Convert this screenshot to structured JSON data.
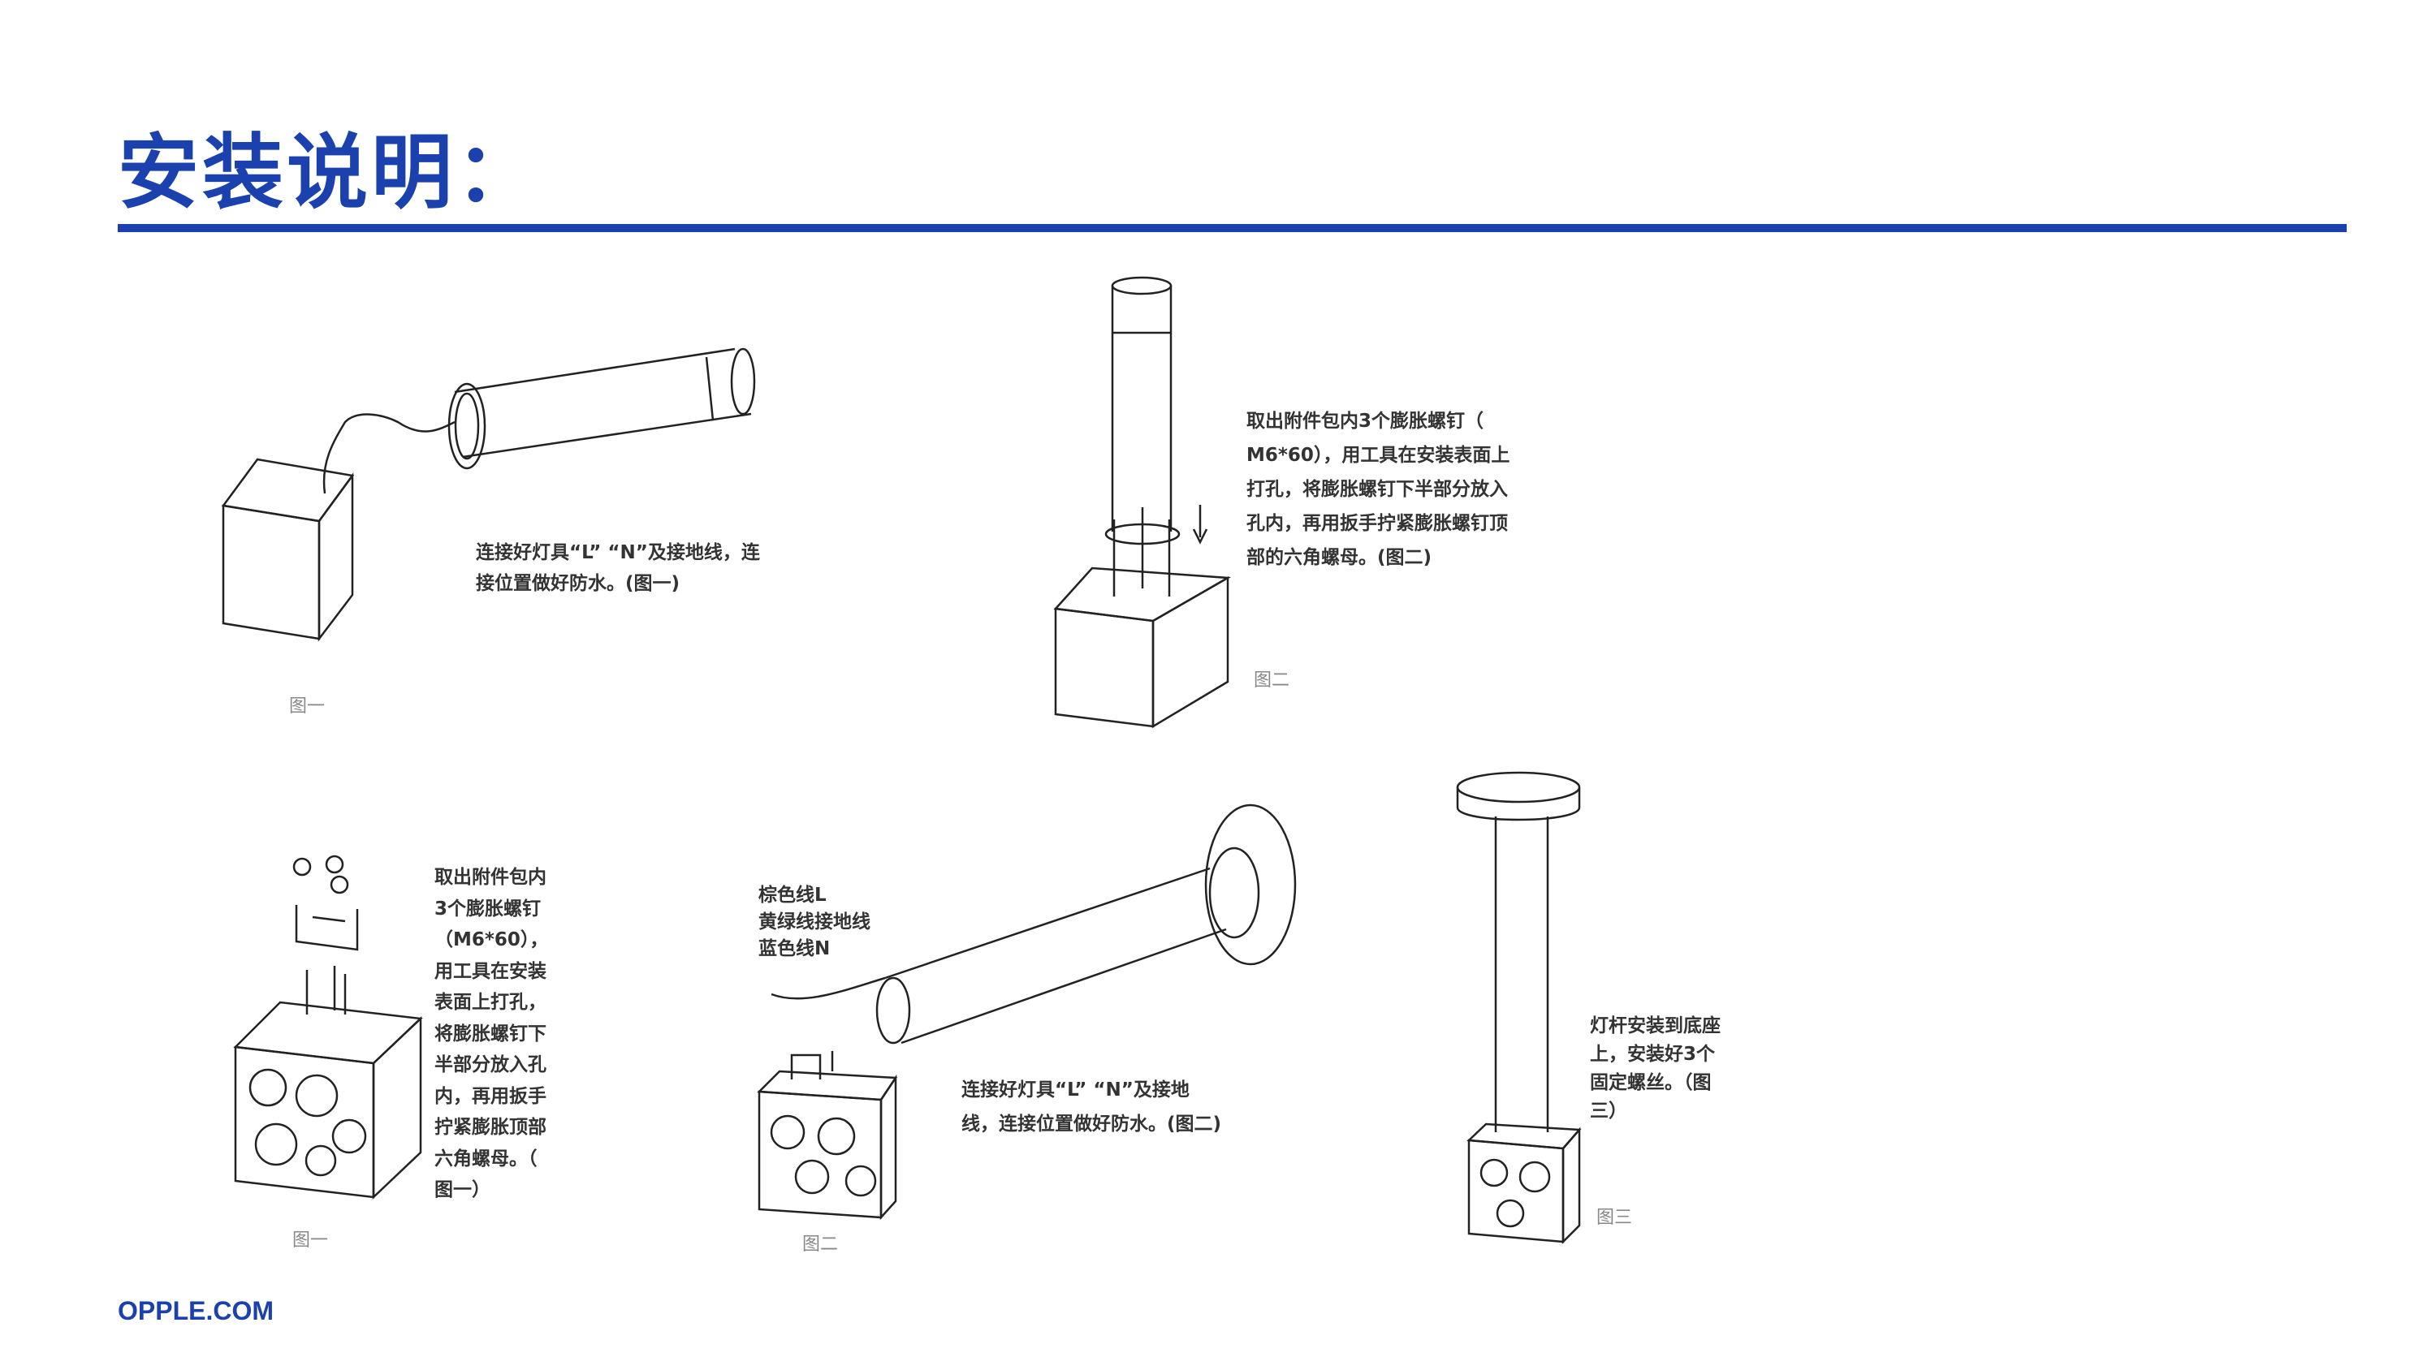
{
  "header": {
    "title": "安装说明："
  },
  "steps": [
    {
      "text": "连接好灯具“L”  “N”及接地线，连\n接位置做好防水。(图一)",
      "figure": "图一"
    },
    {
      "text": "取出附件包内3个膨胀螺钉（\nM6*60），用工具在安装表面上\n打孔，将膨胀螺钉下半部分放入\n孔内，再用扳手拧紧膨胀螺钉顶\n部的六角螺母。(图二)",
      "figure": "图二"
    },
    {
      "text": "取出附件包内\n3个膨胀螺钉\n（M6*60），\n用工具在安装\n表面上打孔，\n将膨胀螺钉下\n半部分放入孔\n内，再用扳手\n拧紧膨胀顶部\n六角螺母。（\n图一）",
      "figure": "图一"
    },
    {
      "wires": "棕色线L\n黄绿线接地线\n蓝色线N",
      "text": "连接好灯具“L”  “N”及接地\n线，连接位置做好防水。(图二)",
      "figure": "图二"
    },
    {
      "text": "灯杆安装到底座\n上，安装好3个\n固定螺丝。（图\n三）",
      "figure": "图三"
    }
  ],
  "footer": {
    "brand": "OPPLE.COM"
  },
  "colors": {
    "accent": "#1a41ad"
  }
}
